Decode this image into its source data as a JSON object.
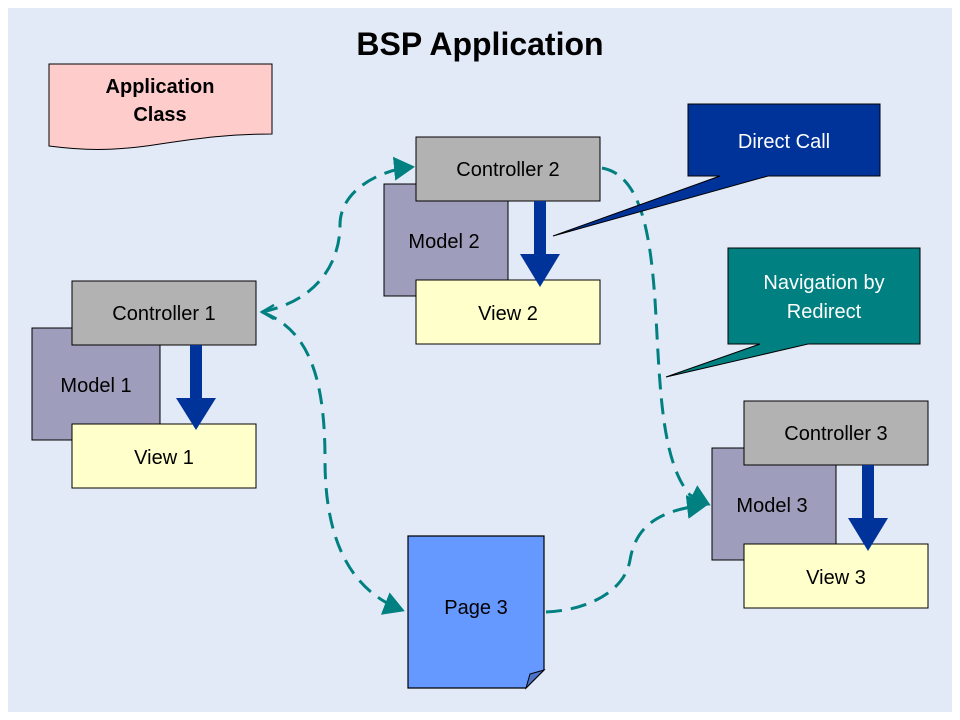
{
  "title": "BSP Application",
  "colors": {
    "background": "#e3eaf7",
    "controller": "#b2b2b2",
    "model": "#9e9ebc",
    "view": "#ffffcc",
    "page": "#6699ff",
    "application_class": "#ffcccc",
    "direct_call": "#003399",
    "navigation": "#008080",
    "arrow": "#003399",
    "dashed_link": "#008080"
  },
  "application_class": {
    "line1": "Application",
    "line2": "Class"
  },
  "groups": [
    {
      "controller": "Controller 1",
      "model": "Model 1",
      "view": "View 1"
    },
    {
      "controller": "Controller 2",
      "model": "Model 2",
      "view": "View 2"
    },
    {
      "controller": "Controller 3",
      "model": "Model 3",
      "view": "View 3"
    }
  ],
  "page3": "Page 3",
  "callouts": {
    "direct_call": "Direct Call",
    "navigation_line1": "Navigation by",
    "navigation_line2": "Redirect"
  },
  "links": [
    {
      "from": "Controller 1",
      "to": "Controller 2",
      "style": "dashed"
    },
    {
      "from": "Controller 1",
      "to": "Page 3",
      "style": "dashed"
    },
    {
      "from": "Controller 2",
      "to": "Model 3",
      "style": "dashed"
    },
    {
      "from": "Page 3",
      "to": "Model 3",
      "style": "dashed"
    }
  ]
}
